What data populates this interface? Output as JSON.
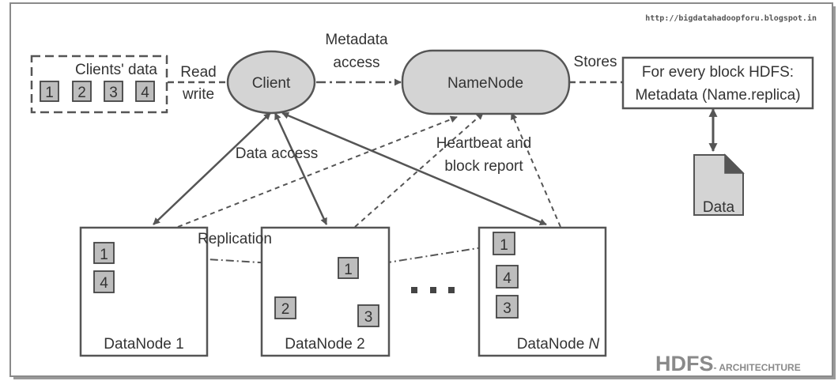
{
  "source_url": "http://bigdatahadoopforu.blogspot.in",
  "client": {
    "label": "Client"
  },
  "namenode": {
    "label": "NameNode"
  },
  "clients_data": {
    "label": "Clients' data",
    "blocks": [
      "1",
      "2",
      "3",
      "4"
    ]
  },
  "edges": {
    "read_write_line1": "Read",
    "read_write_line2": "write",
    "metadata_line1": "Metadata",
    "metadata_line2": "access",
    "stores": "Stores",
    "data_access": "Data access",
    "heartbeat_line1": "Heartbeat and",
    "heartbeat_line2": "block report",
    "replication": "Replication"
  },
  "metadata_box": {
    "line1": "For every block HDFS:",
    "line2": "Metadata (Name.replica)"
  },
  "data_doc": {
    "label": "Data"
  },
  "datanodes": [
    {
      "name": "DataNode 1",
      "blocks": [
        "1",
        "4"
      ]
    },
    {
      "name": "DataNode 2",
      "blocks": [
        "1",
        "2",
        "3"
      ]
    },
    {
      "name_prefix": "DataNode ",
      "name_italic": "N",
      "blocks": [
        "1",
        "4",
        "3"
      ]
    }
  ],
  "footer": {
    "title": "HDFS",
    "subtitle": "- ARCHITECHTURE"
  },
  "colors": {
    "frame": "#7a7a7a",
    "line": "#555555",
    "node_fill": "#d4d4d4",
    "block_fill": "#bdbdbd",
    "title_gray": "#8a8a8a"
  }
}
